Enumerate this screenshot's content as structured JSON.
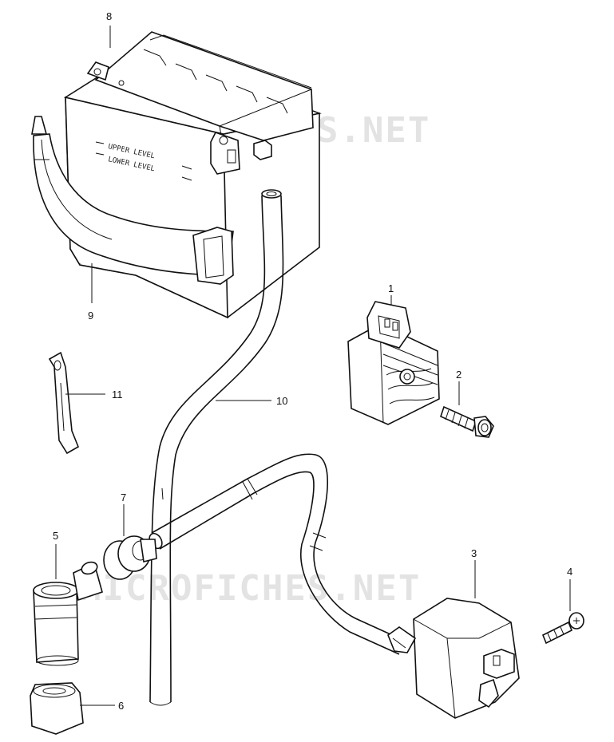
{
  "watermarks": [
    "MICROFICHES.NET",
    "MICROFICHES.NET"
  ],
  "battery_labels": {
    "upper": "UPPER LEVEL",
    "lower": "LOWER LEVEL"
  },
  "callouts": {
    "c1": "1",
    "c2": "2",
    "c3": "3",
    "c4": "4",
    "c5": "5",
    "c6": "6",
    "c7": "7",
    "c8": "8",
    "c9": "9",
    "c10": "10",
    "c11": "11"
  }
}
